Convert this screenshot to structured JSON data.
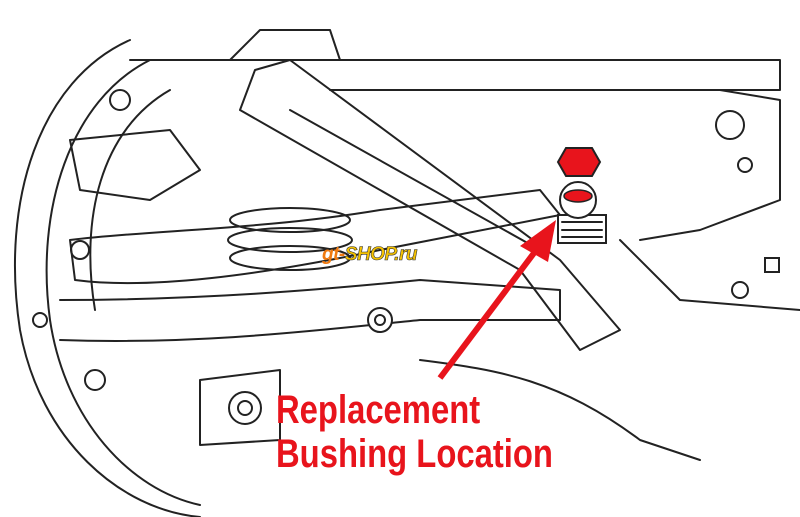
{
  "diagram": {
    "callout_line1": "Replacement",
    "callout_line2": "Bushing Location",
    "callout_color": "#e8141c",
    "bushing_color": "#e8141c",
    "watermark": {
      "part1": "gt-",
      "part2": "SHOP",
      "part3": ".ru"
    }
  }
}
